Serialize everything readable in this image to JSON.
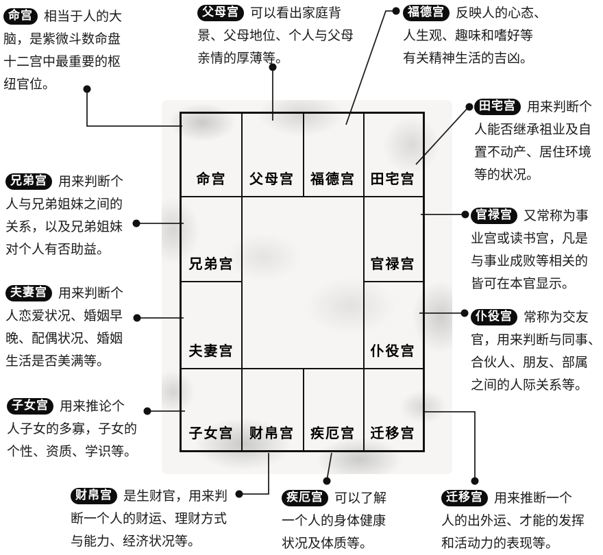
{
  "colors": {
    "ink": "#1a1a1a",
    "line": "#1f1f1f",
    "badge_bg": "#0d0d0d",
    "badge_text": "#ffffff"
  },
  "grid": {
    "cells": [
      {
        "id": "ming",
        "label": "命宫"
      },
      {
        "id": "fumu",
        "label": "父母宫"
      },
      {
        "id": "fude",
        "label": "福德宫"
      },
      {
        "id": "tianzhai",
        "label": "田宅宫"
      },
      {
        "id": "xiongdi",
        "label": "兄弟宫"
      },
      {
        "id": "guanlu",
        "label": "官禄宫"
      },
      {
        "id": "fuqi",
        "label": "夫妻宫"
      },
      {
        "id": "puyi",
        "label": "仆役宫"
      },
      {
        "id": "zinv",
        "label": "子女宫"
      },
      {
        "id": "caibo",
        "label": "财帛宫"
      },
      {
        "id": "jie",
        "label": "疾厄宫"
      },
      {
        "id": "qianyi",
        "label": "迁移宫"
      }
    ]
  },
  "annotations": [
    {
      "id": "ming",
      "badge": "命宫",
      "text": "相当于人的大\n脑，是紫微斗数命盘\n十二宫中最重要的枢\n纽官位。"
    },
    {
      "id": "fumu",
      "badge": "父母宫",
      "text": "可以看出家庭背\n景、父母地位、个人与父母\n亲情的厚薄等。"
    },
    {
      "id": "fude",
      "badge": "福德宫",
      "text": "反映人的心态、\n人生观、趣味和嗜好等\n有关精神生活的吉凶。"
    },
    {
      "id": "tianzhai",
      "badge": "田宅宫",
      "text": "用来判断个\n人能否继承祖业及自\n置不动产、居住环境\n等的状况。"
    },
    {
      "id": "guanlu",
      "badge": "官禄宫",
      "text": "又常称为事\n业宫或读书宫，凡是\n与事业成败等相关的\n皆可在本官显示。"
    },
    {
      "id": "puyi",
      "badge": "仆役宫",
      "text": "常称为交友\n官，用来判断与同事、\n合伙人、朋友、部属\n之间的人际关系等。"
    },
    {
      "id": "xiongdi",
      "badge": "兄弟宫",
      "text": "用来判断个\n人与兄弟姐妹之间的\n关系，以及兄弟姐妹\n对个人有否助益。"
    },
    {
      "id": "fuqi",
      "badge": "夫妻宫",
      "text": "用来判断个\n人恋爱状况、婚姻早\n晚、配偶状况、婚姻\n生活是否美满等。"
    },
    {
      "id": "zinv",
      "badge": "子女宫",
      "text": "用来推论个\n人子女的多寡，子女的\n个性、资质、学识等。"
    },
    {
      "id": "caibo",
      "badge": "财帛宫",
      "text": "是生财官，用来判\n断一个人的财运、理财方式\n与能力、经济状况等。"
    },
    {
      "id": "jie",
      "badge": "疾厄宫",
      "text": "可以了解\n一个人的身体健康\n状况及体质等。"
    },
    {
      "id": "qianyi",
      "badge": "迁移宫",
      "text": "用来推断一个\n人的出外运、才能的发挥\n和活动力的表现等。"
    }
  ]
}
